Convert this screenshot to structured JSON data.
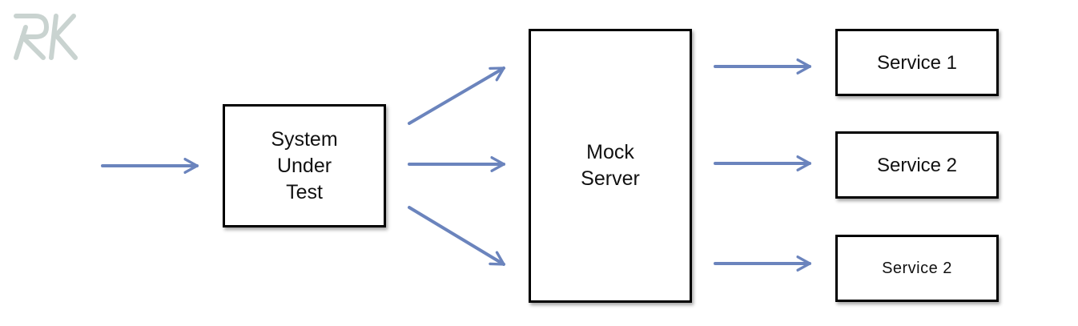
{
  "logo": {
    "text": "RK",
    "icon": "rk-monogram-logo",
    "color": "#c9d3d0"
  },
  "colors": {
    "arrow": "#6b84bd",
    "box_border": "#000000",
    "text": "#111111"
  },
  "nodes": {
    "system_under_test": {
      "lines": [
        "System",
        "Under",
        "Test"
      ]
    },
    "mock_server": {
      "lines": [
        "Mock",
        "Server"
      ]
    },
    "service_1": {
      "label": "Service 1"
    },
    "service_2": {
      "label": "Service 2"
    },
    "service_3": {
      "label": "Service 2"
    }
  },
  "edges": [
    {
      "from": "input",
      "to": "system_under_test"
    },
    {
      "from": "system_under_test",
      "to": "mock_server"
    },
    {
      "from": "system_under_test",
      "to": "mock_server"
    },
    {
      "from": "system_under_test",
      "to": "mock_server"
    },
    {
      "from": "mock_server",
      "to": "service_1"
    },
    {
      "from": "mock_server",
      "to": "service_2"
    },
    {
      "from": "mock_server",
      "to": "service_3"
    }
  ]
}
